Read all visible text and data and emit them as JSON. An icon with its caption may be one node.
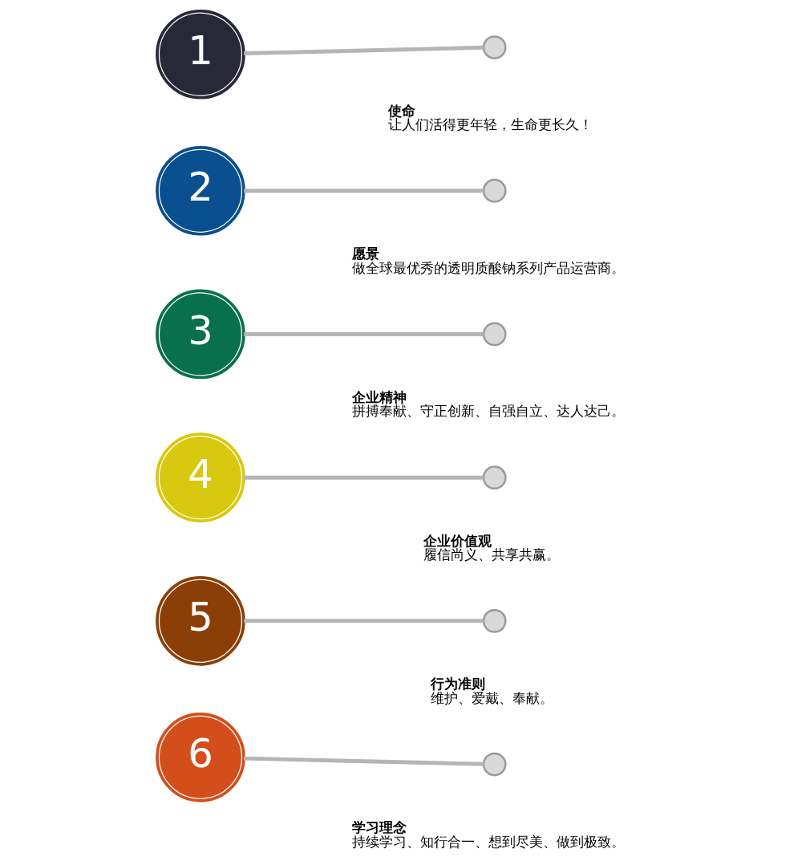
{
  "diagram": {
    "nodes": [
      {
        "text": [
          "1"
        ]
      },
      {
        "text": [],
        "shape": "circle",
        "beside": [
          "使命",
          "让人们活得更年轻，生命更长久！"
        ]
      },
      {
        "text": [
          "2"
        ]
      },
      {
        "text": [],
        "shape": "circle",
        "beside": [
          "愿景",
          "做全球最优秀的透明质酸钠系列产品运营商。"
        ]
      },
      {
        "text": [
          "3"
        ]
      },
      {
        "text": [],
        "shape": "circle",
        "beside": [
          "企业精神",
          "拼搏奉献、守正创新、自强自立、达人达己。"
        ]
      },
      {
        "text": [
          "4"
        ]
      },
      {
        "text": [],
        "shape": "circle",
        "beside": [
          "企业价值观",
          "履信尚义、共享共赢。"
        ]
      },
      {
        "text": [
          "5"
        ]
      },
      {
        "text": [],
        "shape": "circle",
        "beside": [
          "行为准则",
          "维护、爱戴、奉献。"
        ]
      },
      {
        "text": [
          "6"
        ]
      },
      {
        "text": [],
        "shape": "circle",
        "beside": [
          "学习理念",
          "持续学习、知行合一、想到尽美、做到极致。"
        ]
      }
    ],
    "edges": [
      {
        "from": 0,
        "to": 1,
        "arrow": "none"
      },
      {
        "from": 2,
        "to": 3,
        "arrow": "none"
      },
      {
        "from": 4,
        "to": 5,
        "arrow": "none"
      },
      {
        "from": 6,
        "to": 7,
        "arrow": "none"
      },
      {
        "from": 8,
        "to": 9,
        "arrow": "none"
      },
      {
        "from": 10,
        "to": 11,
        "arrow": "none"
      }
    ]
  }
}
